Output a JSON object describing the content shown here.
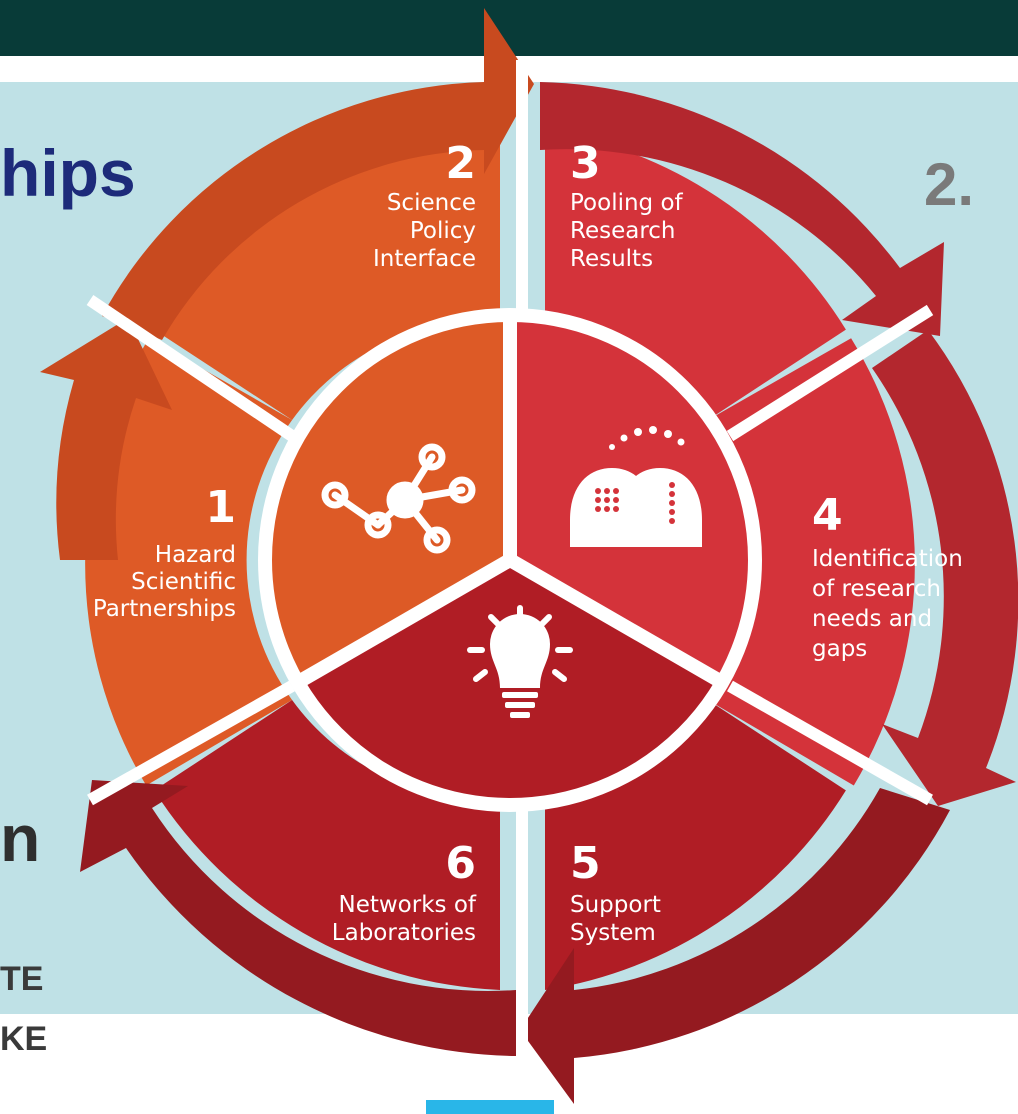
{
  "background_fragments": {
    "heading": "hips",
    "number": "2.",
    "letter": "n",
    "line1": "TE",
    "line2": "KE"
  },
  "cycle": {
    "steps": [
      {
        "number": "1",
        "lines": [
          "Hazard",
          "Scientific",
          "Partnerships"
        ],
        "icon": "network-nodes-icon"
      },
      {
        "number": "2",
        "lines": [
          "Science",
          "Policy",
          "Interface"
        ]
      },
      {
        "number": "3",
        "lines": [
          "Pooling of",
          "Research",
          "Results"
        ]
      },
      {
        "number": "4",
        "lines": [
          "Identification",
          "of research",
          "needs and",
          "gaps"
        ],
        "icon": "knowledge-sharing-heads-icon"
      },
      {
        "number": "5",
        "lines": [
          "Support",
          "System"
        ],
        "icon": "lightbulb-icon"
      },
      {
        "number": "6",
        "lines": [
          "Networks of",
          "Laboratories"
        ]
      }
    ]
  },
  "colors": {
    "top_bar": "#083b38",
    "panel": "#bfe1e6",
    "orange": "#de5a26",
    "orange_arrow": "#c84a1f",
    "red": "#d4333a",
    "red_arrow": "#b3272e",
    "dark_red": "#b01d25",
    "dark_red_arrow": "#941a20",
    "heading_blue": "#1d2b7a"
  }
}
